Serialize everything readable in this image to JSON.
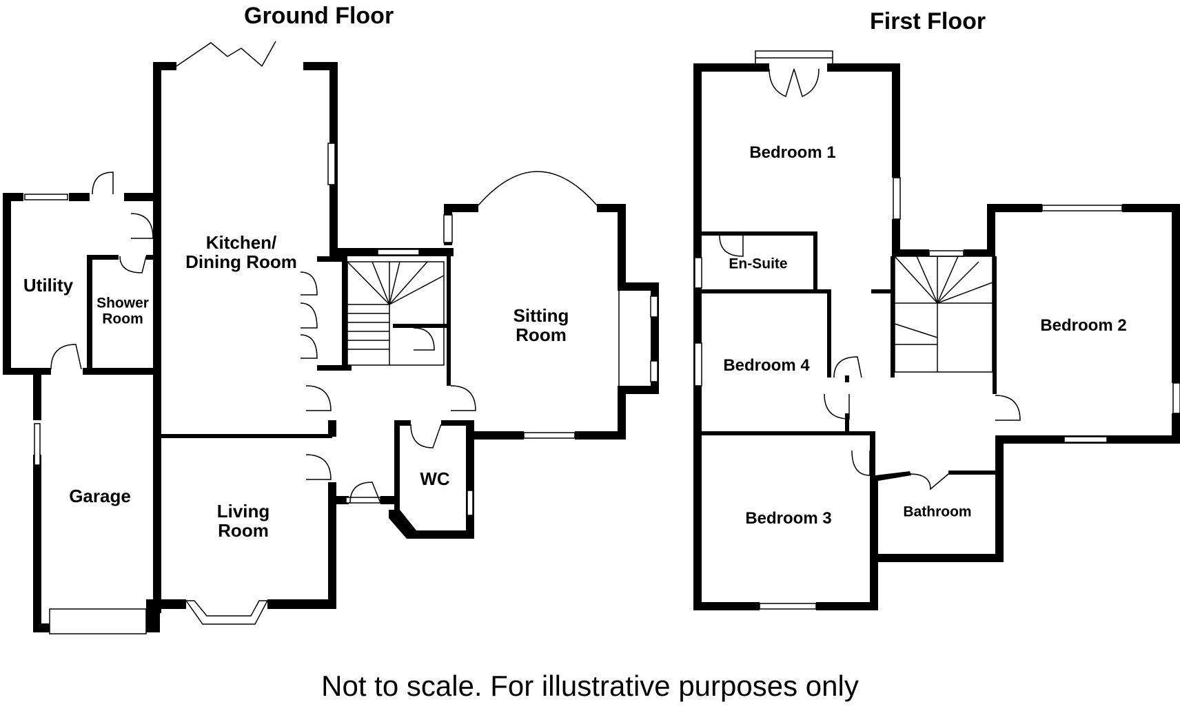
{
  "floors": {
    "ground": {
      "title": "Ground Floor",
      "rooms": {
        "kitchen_dining": "Kitchen/\nDining Room",
        "utility": "Utility",
        "shower_room": "Shower\nRoom",
        "sitting_room": "Sitting\nRoom",
        "garage": "Garage",
        "living_room": "Living\nRoom",
        "wc": "WC"
      }
    },
    "first": {
      "title": "First Floor",
      "rooms": {
        "bedroom1": "Bedroom 1",
        "en_suite": "En-Suite",
        "bedroom2": "Bedroom 2",
        "bedroom4": "Bedroom 4",
        "bedroom3": "Bedroom 3",
        "bathroom": "Bathroom"
      }
    }
  },
  "footer": {
    "note": "Not to scale. For illustrative purposes only"
  }
}
